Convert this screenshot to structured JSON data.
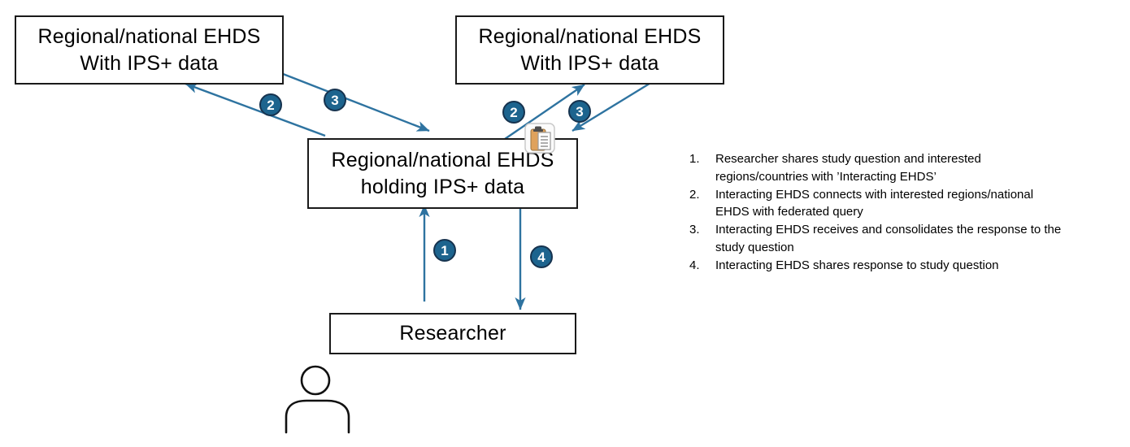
{
  "colors": {
    "arrow-color": "#2E73A0",
    "badge-fill": "#1D648E",
    "badge-ring": "#16334F",
    "box-border": "#1a1a1a",
    "clipboard-tan": "#DFA25C",
    "clipboard-clip": "#4d4d4d"
  },
  "boxes": {
    "top_left": {
      "line1": "Regional/national EHDS",
      "line2": "With IPS+ data"
    },
    "top_right": {
      "line1": "Regional/national EHDS",
      "line2": "With IPS+ data"
    },
    "center": {
      "line1": "Regional/national EHDS",
      "line2": "holding IPS+ data"
    },
    "researcher": {
      "label": "Researcher"
    }
  },
  "badges": {
    "step1": "1",
    "step2": "2",
    "step3": "3",
    "step4": "4"
  },
  "legend": {
    "items": [
      {
        "num": "1.",
        "text": "Researcher shares study question and interested regions/countries with ’Interacting EHDS’"
      },
      {
        "num": "2.",
        "text": "Interacting EHDS connects with interested regions/national EHDS with federated query"
      },
      {
        "num": "3.",
        "text": "Interacting EHDS receives and consolidates the response to the study question"
      },
      {
        "num": "4.",
        "text": "Interacting EHDS shares response to study question"
      }
    ]
  }
}
